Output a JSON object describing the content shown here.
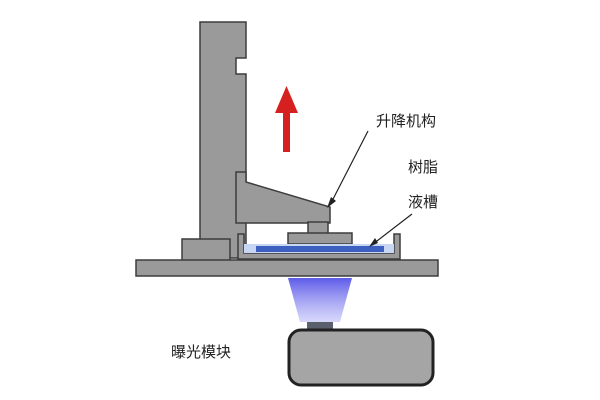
{
  "labels": {
    "lift_mechanism": "升降机构",
    "resin": "树脂",
    "tank": "液槽",
    "exposure_module": "曝光模块"
  },
  "colors": {
    "frame_fill": "#9a9a9a",
    "frame_stroke": "#3c3c3c",
    "tank_fill": "#c7d6f2",
    "resin_fill": "#3d5fbf",
    "arrow": "#d62020",
    "light": "#8e8df0",
    "lens": "#5a5f6e",
    "module_fill": "#a5a5a5"
  },
  "arrow_direction": "up"
}
